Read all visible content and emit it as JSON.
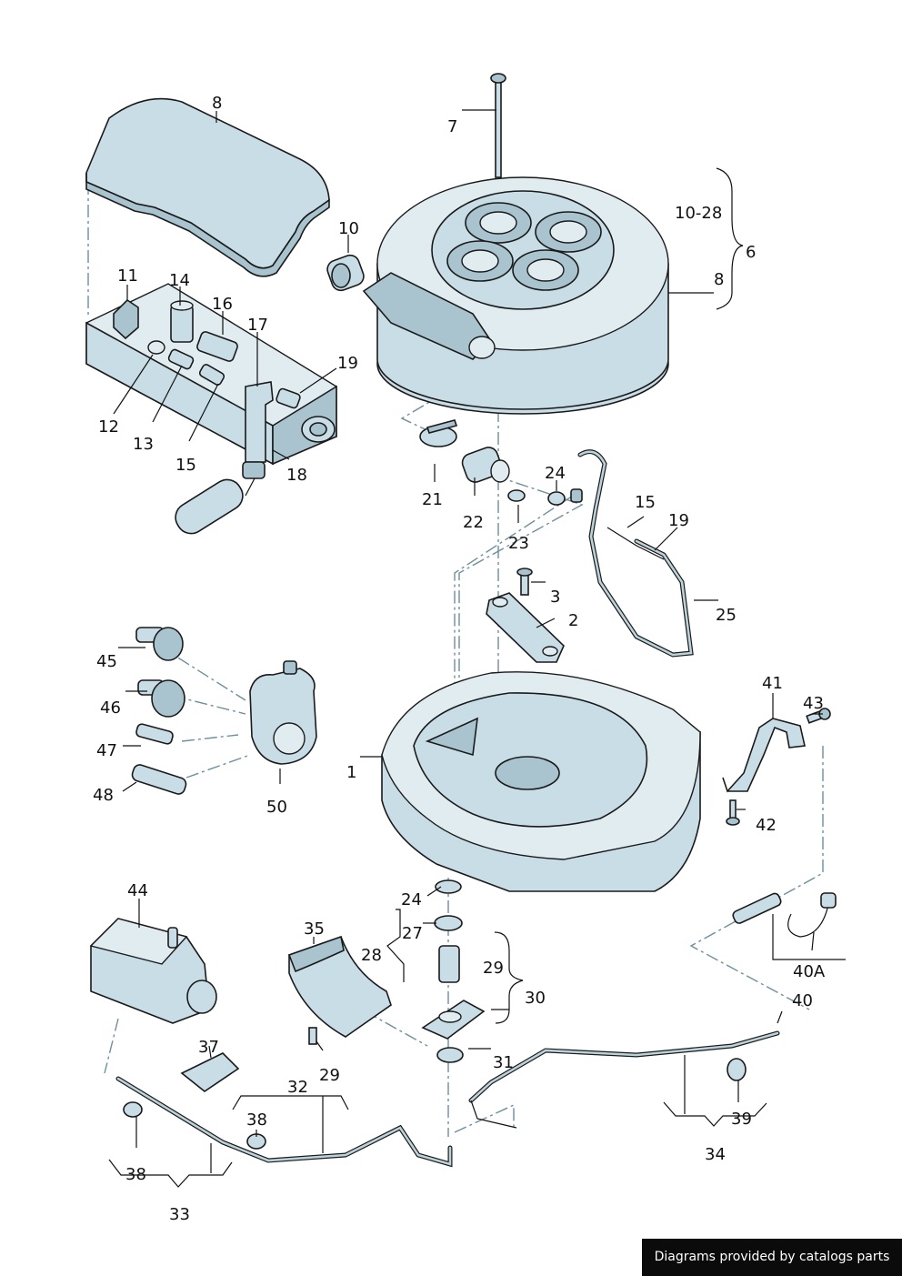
{
  "labels": {
    "l1": "1",
    "l2": "2",
    "l3": "3",
    "l6": "6",
    "l7": "7",
    "l8a": "8",
    "l8b": "8",
    "l10": "10",
    "l10_28": "10-28",
    "l11": "11",
    "l12": "12",
    "l13": "13",
    "l14": "14",
    "l15a": "15",
    "l15b": "15",
    "l16": "16",
    "l17": "17",
    "l18": "18",
    "l19a": "19",
    "l19b": "19",
    "l21": "21",
    "l22": "22",
    "l23": "23",
    "l24a": "24",
    "l24b": "24",
    "l25": "25",
    "l27": "27",
    "l28": "28",
    "l29a": "29",
    "l29b": "29",
    "l30": "30",
    "l31": "31",
    "l32": "32",
    "l33": "33",
    "l34": "34",
    "l35": "35",
    "l37": "37",
    "l38a": "38",
    "l38b": "38",
    "l39": "39",
    "l40": "40",
    "l40a": "40A",
    "l41": "41",
    "l42": "42",
    "l43": "43",
    "l44": "44",
    "l45": "45",
    "l46": "46",
    "l47": "47",
    "l48": "48",
    "l50": "50"
  },
  "credit": "Diagrams provided by catalogs parts",
  "colors": {
    "part_fill": "#c9dde6",
    "line": "#1a1a1a",
    "dash": "#6d8f9c"
  }
}
